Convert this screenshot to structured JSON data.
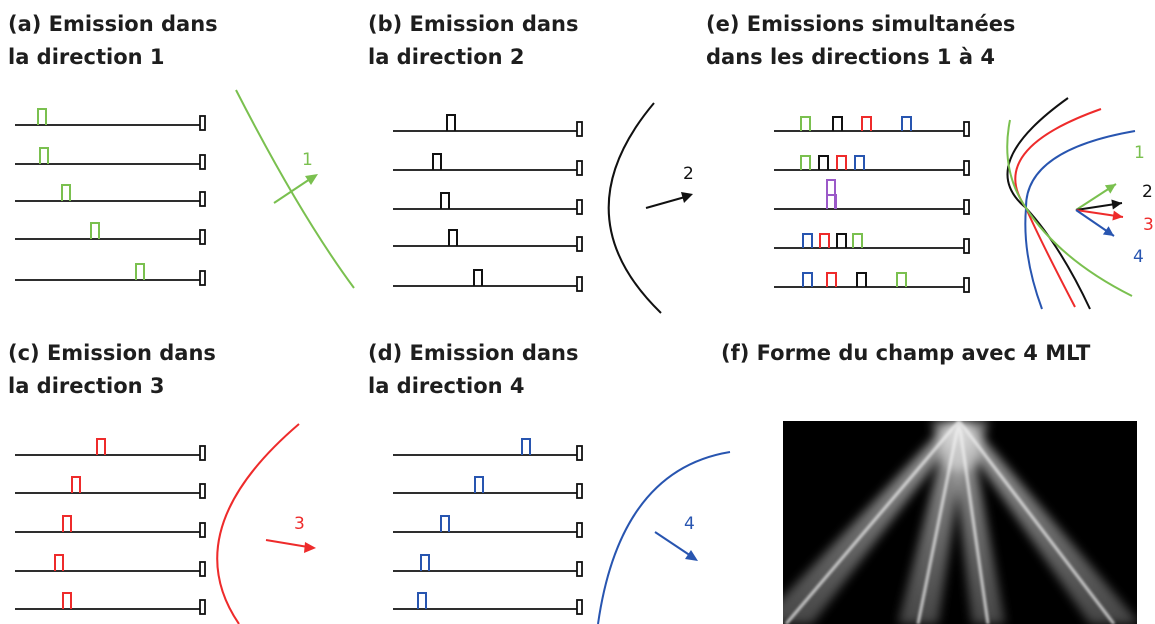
{
  "colors": {
    "direction_1": "#7ac04f",
    "direction_2": "#111111",
    "direction_3": "#ee2b2b",
    "direction_4": "#2855b0",
    "combined": "#9b59c8"
  },
  "panels": {
    "a": {
      "title_line1": "(a) Emission dans",
      "title_line2": "la direction 1",
      "arrow_label": "1"
    },
    "b": {
      "title_line1": "(b) Emission dans",
      "title_line2": "la direction 2",
      "arrow_label": "2"
    },
    "c": {
      "title_line1": "(c) Emission dans",
      "title_line2": "la direction 3",
      "arrow_label": "3"
    },
    "d": {
      "title_line1": "(d) Emission dans",
      "title_line2": "la direction 4",
      "arrow_label": "4"
    },
    "e": {
      "title_line1": "(e) Emissions simultanées",
      "title_line2": "dans les directions 1 à 4",
      "arrow_labels": [
        "1",
        "2",
        "3",
        "4"
      ]
    },
    "f": {
      "title": "(f) Forme du champ avec 4 MLT",
      "image": "beam-field-image"
    }
  }
}
